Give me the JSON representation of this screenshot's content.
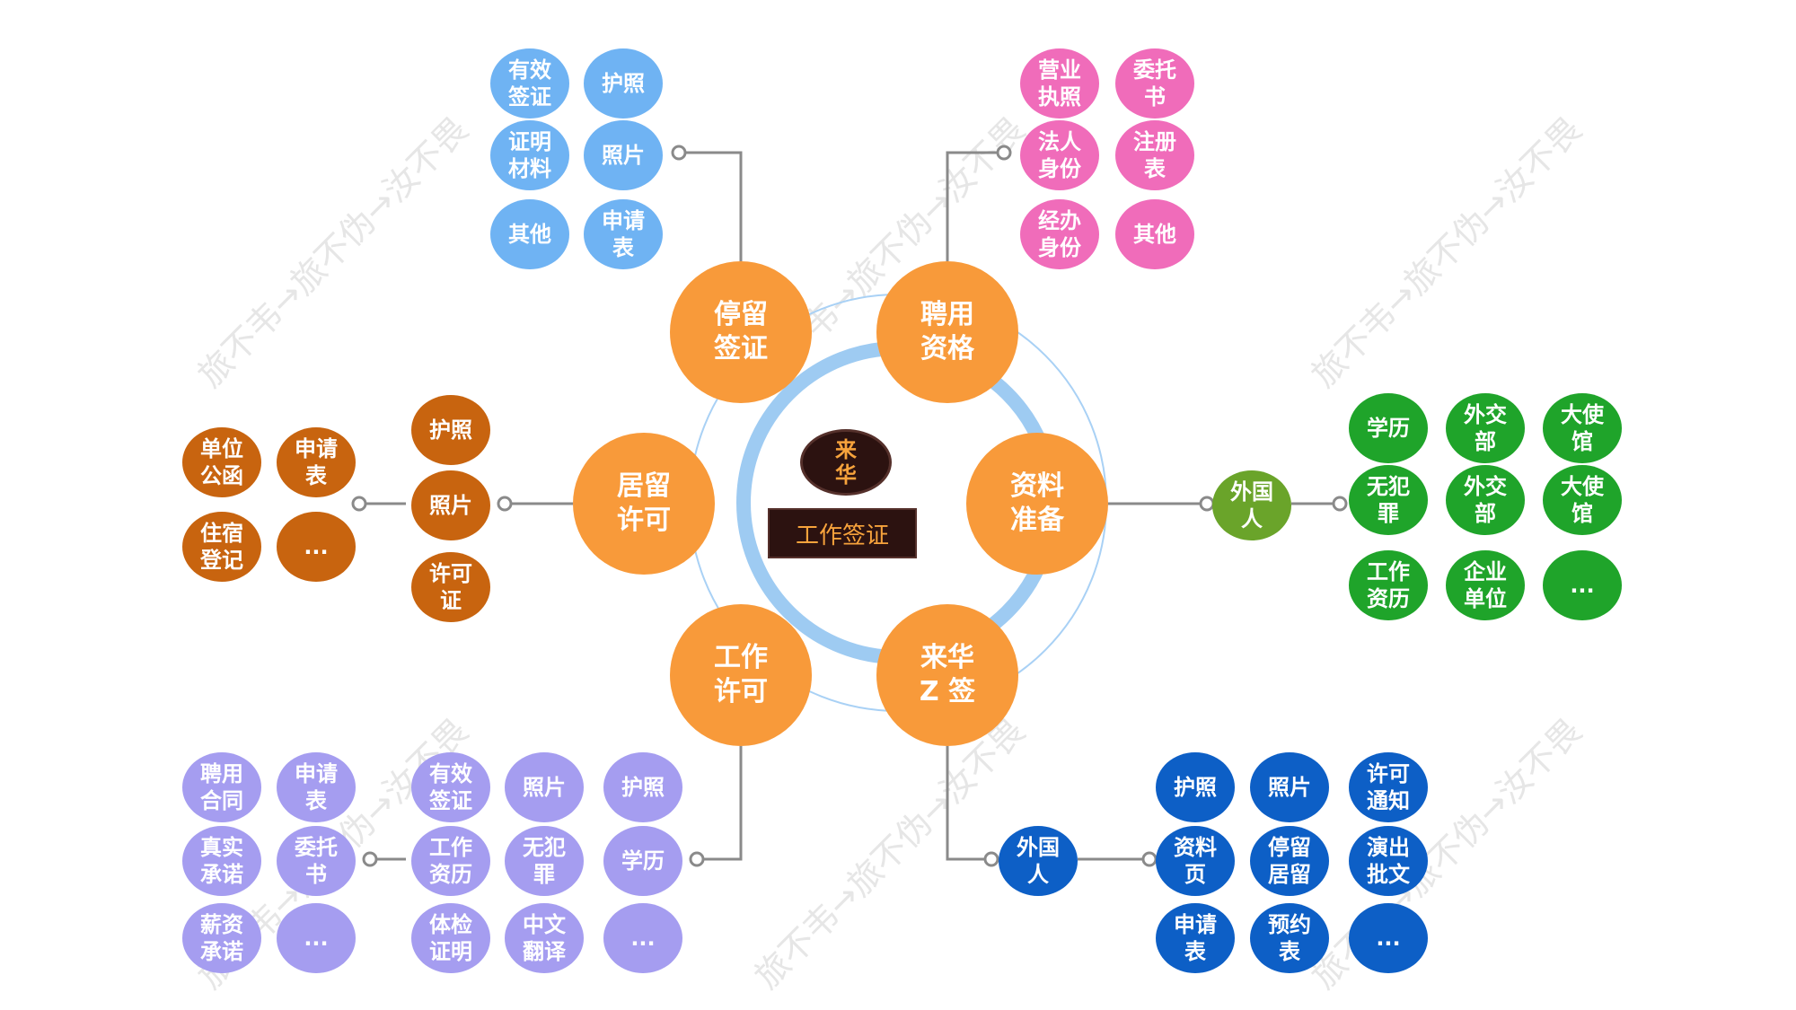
{
  "center": {
    "top": "来\n华",
    "label": "工作签证"
  },
  "watermark": "旅不韦→旅不伪→汝不畏",
  "colors": {
    "hub": "#f89a3a",
    "ring_light": "#a9d1f5",
    "ring_thick": "#9ecbf2",
    "connector": "#8a8a8a",
    "stay_docs": "#6fb3f3",
    "employer_docs": "#f06cba",
    "residence_docs": "#c8640f",
    "prep_docs": "#1fa42a",
    "prep_foreigner": "#6aa42a",
    "work_docs": "#a59df0",
    "zvisa_docs": "#0d5fc6"
  },
  "hubs": {
    "stay_visa": "停留\n签证",
    "employer": "聘用\n资格",
    "materials": "资料\n准备",
    "z_visa": "来华\nZ 签",
    "work_permit": "工作\n许可",
    "residence": "居留\n许可"
  },
  "stay_visa_docs": [
    "有效\n签证",
    "护照",
    "证明\n材料",
    "照片",
    "其他",
    "申请\n表"
  ],
  "employer_docs": [
    "营业\n执照",
    "委托\n书",
    "法人\n身份",
    "注册\n表",
    "经办\n身份",
    "其他"
  ],
  "residence_docs": {
    "outer": [
      "单位\n公函",
      "申请\n表",
      "住宿\n登记",
      "..."
    ],
    "inner": [
      "护照",
      "照片",
      "许可\n证"
    ]
  },
  "materials_branch": {
    "foreigner": "外国\n人",
    "docs": [
      "学历",
      "外交\n部",
      "大使\n馆",
      "无犯\n罪",
      "外交\n部",
      "大使\n馆",
      "工作\n资历",
      "企业\n单位",
      "..."
    ]
  },
  "work_permit_docs": {
    "outer": [
      "聘用\n合同",
      "申请\n表",
      "真实\n承诺",
      "委托\n书",
      "薪资\n承诺",
      "..."
    ],
    "inner": [
      "有效\n签证",
      "照片",
      "护照",
      "工作\n资历",
      "无犯\n罪",
      "学历",
      "体检\n证明",
      "中文\n翻译",
      "..."
    ]
  },
  "z_visa_branch": {
    "foreigner": "外国\n人",
    "docs": [
      "护照",
      "照片",
      "许可\n通知",
      "资料\n页",
      "停留\n居留",
      "演出\n批文",
      "申请\n表",
      "预约\n表",
      "..."
    ]
  }
}
